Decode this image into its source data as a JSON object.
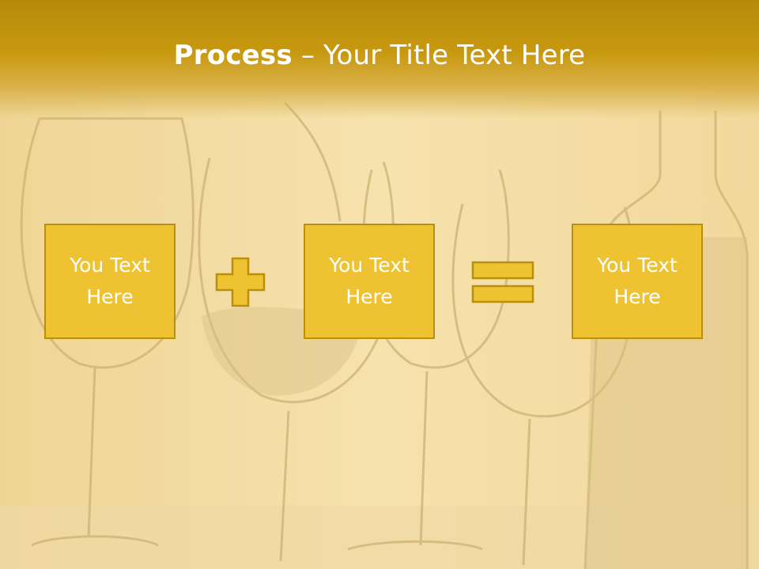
{
  "title": {
    "bold_part": "Process",
    "separator": " – ",
    "rest": "Your Title Text Here"
  },
  "boxes": [
    {
      "label": "You Text Here"
    },
    {
      "label": "You Text Here"
    },
    {
      "label": "You Text Here"
    }
  ],
  "operators": [
    "plus-icon",
    "equals-icon"
  ],
  "colors": {
    "title_band": "#c8990f",
    "box_fill": "#efc232",
    "box_border": "#b8900c",
    "operator_fill": "#efc232",
    "operator_border": "#b8900c",
    "background": "#f3dca0"
  }
}
